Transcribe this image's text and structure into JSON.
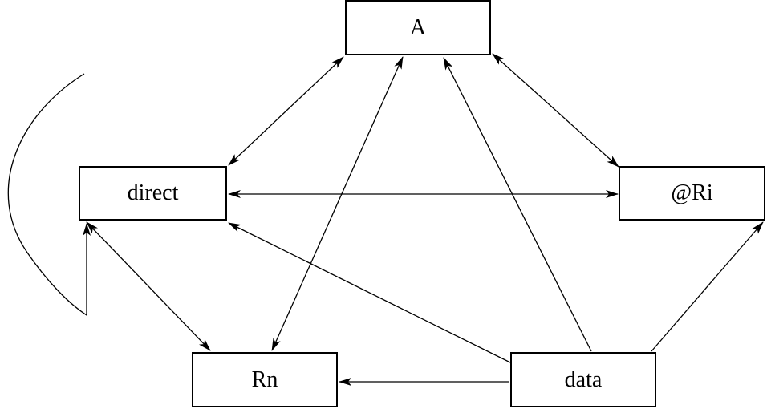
{
  "diagram": {
    "nodes": [
      {
        "id": "A",
        "label": "A"
      },
      {
        "id": "direct",
        "label": "direct"
      },
      {
        "id": "ri",
        "label": "@Ri"
      },
      {
        "id": "rn",
        "label": "Rn"
      },
      {
        "id": "data",
        "label": "data"
      }
    ],
    "edges": [
      {
        "from": "A",
        "to": "direct",
        "direction": "both"
      },
      {
        "from": "A",
        "to": "ri",
        "direction": "both"
      },
      {
        "from": "direct",
        "to": "ri",
        "direction": "both"
      },
      {
        "from": "A",
        "to": "rn",
        "direction": "both"
      },
      {
        "from": "direct",
        "to": "rn",
        "direction": "both"
      },
      {
        "from": "data",
        "to": "A",
        "direction": "forward"
      },
      {
        "from": "data",
        "to": "direct",
        "direction": "forward"
      },
      {
        "from": "data",
        "to": "ri",
        "direction": "forward"
      },
      {
        "from": "data",
        "to": "rn",
        "direction": "forward"
      },
      {
        "from": "direct",
        "to": "direct",
        "direction": "self-loop"
      }
    ]
  }
}
